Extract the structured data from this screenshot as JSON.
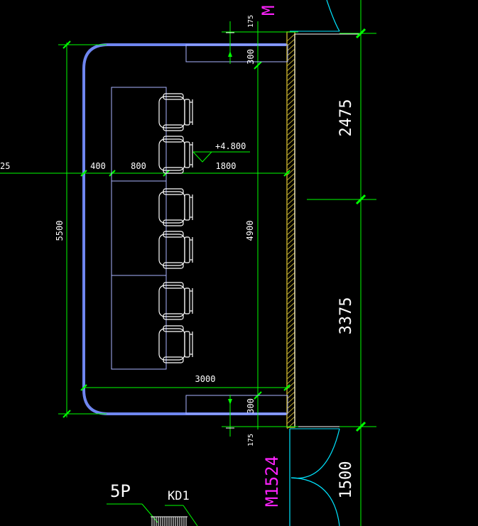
{
  "colors": {
    "background": "#000000",
    "dimension": "#00ff00",
    "wall": "#6f86f0",
    "furniture": "#ffffff",
    "furniture_thin": "#aab4ff",
    "door_arc": "#00e5ff",
    "door_label": "#ff22ff",
    "hatch_fill": "#bba62a",
    "text": "#ffffff"
  },
  "dims": {
    "d_25": "25",
    "d_400": "400",
    "d_800": "800",
    "d_1800": "1800",
    "d_5500": "5500",
    "d_4900": "4900",
    "d_3000": "3000",
    "d_300_top": "300",
    "d_300_bottom": "300",
    "d_175_top": "175",
    "d_175_bottom": "175",
    "d_2475": "2475",
    "d_3375": "3375",
    "d_1500": "1500"
  },
  "labels": {
    "elevation": "+4.800",
    "door_top_partial": "M",
    "door_bottom": "M1524",
    "grid_5p": "5P",
    "kd1": "KD1"
  }
}
